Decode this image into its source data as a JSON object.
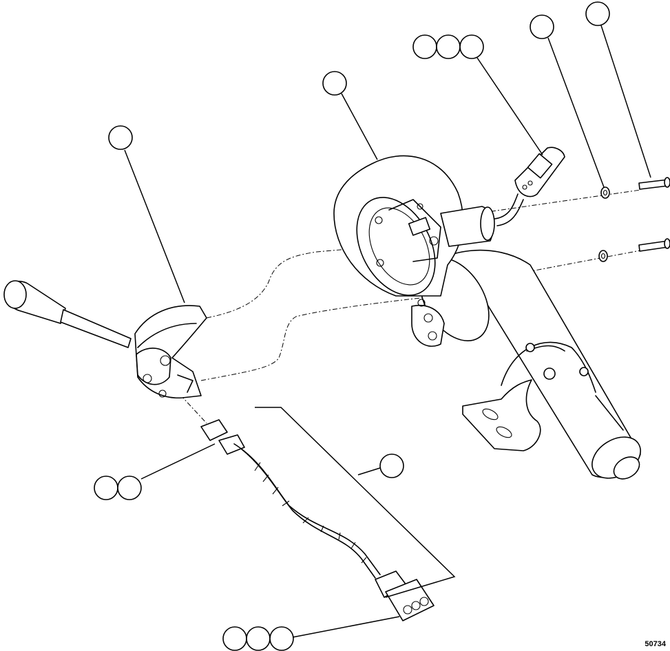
{
  "figure_number": "50734",
  "colors": {
    "line": "#000000",
    "background": "#ffffff"
  },
  "callouts": [
    {
      "group": "turn-signal-switch",
      "count": 1
    },
    {
      "group": "steering-column-housing",
      "count": 1
    },
    {
      "group": "column-cover-connector",
      "count": 3
    },
    {
      "group": "lock-washer",
      "count": 1
    },
    {
      "group": "screw",
      "count": 1
    },
    {
      "group": "harness-connector-upper",
      "count": 2
    },
    {
      "group": "wiring-harness",
      "count": 1
    },
    {
      "group": "harness-connector-lower",
      "count": 3
    }
  ]
}
